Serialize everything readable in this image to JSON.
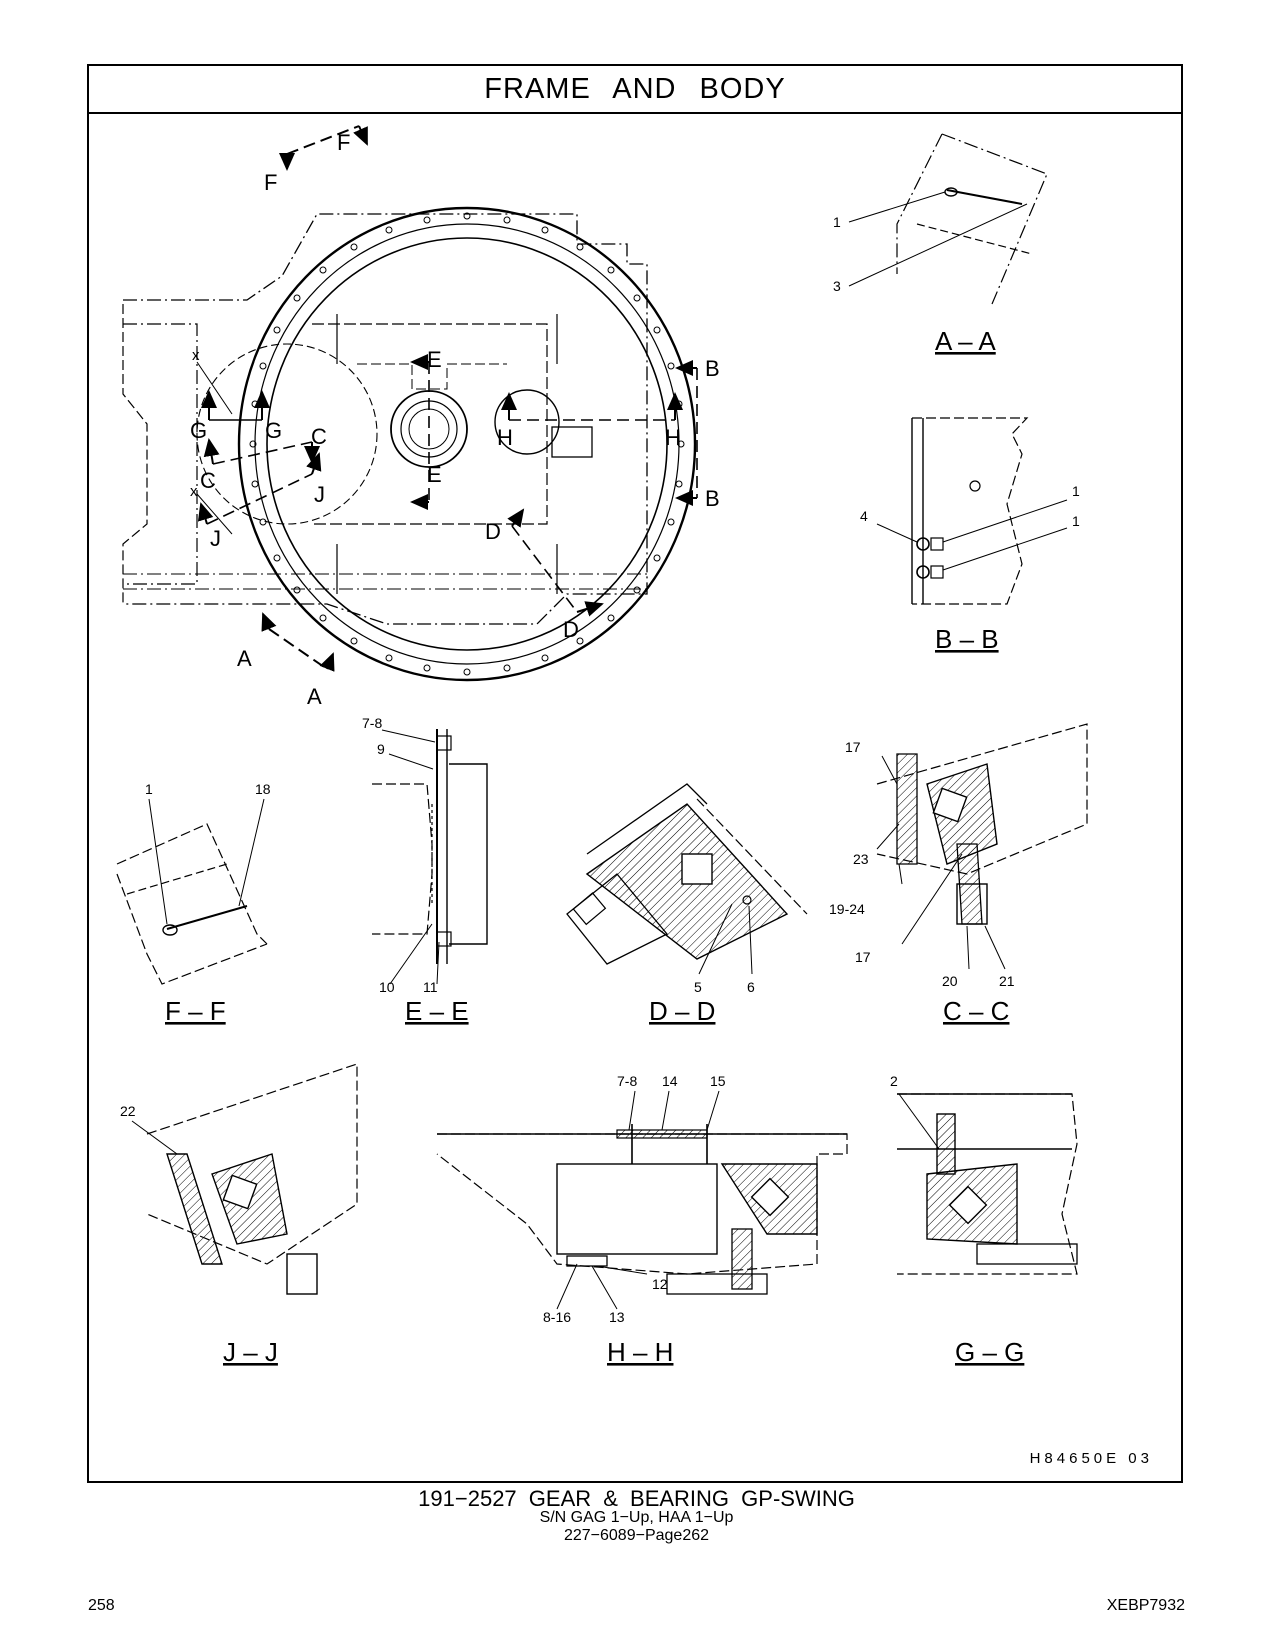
{
  "header": {
    "title": "FRAME AND BODY"
  },
  "main_view": {
    "section_letters": [
      "F",
      "F",
      "E",
      "E",
      "B",
      "B",
      "G",
      "G",
      "C",
      "C",
      "H",
      "H",
      "J",
      "J",
      "D",
      "D",
      "A",
      "A",
      "x",
      "x"
    ]
  },
  "views": [
    {
      "id": "aa",
      "title": "A – A",
      "callouts": [
        "1",
        "3"
      ]
    },
    {
      "id": "bb",
      "title": "B – B",
      "callouts": [
        "4",
        "1",
        "1"
      ]
    },
    {
      "id": "ff",
      "title": "F – F",
      "callouts": [
        "1",
        "18"
      ]
    },
    {
      "id": "ee",
      "title": "E – E",
      "callouts": [
        "7-8",
        "9",
        "10",
        "11"
      ]
    },
    {
      "id": "dd",
      "title": "D – D",
      "callouts": [
        "5",
        "6"
      ]
    },
    {
      "id": "cc",
      "title": "C – C",
      "callouts": [
        "17",
        "23",
        "19-24",
        "17",
        "20",
        "21"
      ]
    },
    {
      "id": "jj",
      "title": "J – J",
      "callouts": [
        "22"
      ]
    },
    {
      "id": "hh",
      "title": "H – H",
      "callouts": [
        "7-8",
        "14",
        "15",
        "12",
        "8-16",
        "13"
      ]
    },
    {
      "id": "gg",
      "title": "G – G",
      "callouts": [
        "2"
      ]
    }
  ],
  "illustration_ref": "H84650E 03",
  "caption": {
    "line1": "191−2527 GEAR & BEARING GP-SWING",
    "line2": "S/N GAG 1−Up, HAA 1−Up",
    "line3": "227−6089−Page262"
  },
  "footer": {
    "page_number": "258",
    "document_id": "XEBP7932"
  }
}
